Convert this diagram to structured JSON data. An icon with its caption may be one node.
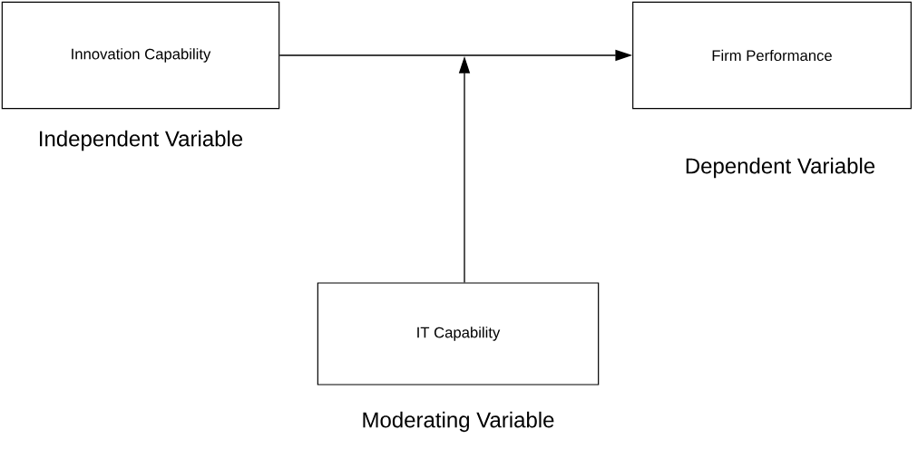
{
  "diagram": {
    "nodes": [
      {
        "text": [
          "Innovation Capability"
        ],
        "beside": [
          "Independent Variable"
        ]
      },
      {
        "text": [
          "Firm Performance"
        ],
        "beside": [
          "Dependent Variable"
        ]
      },
      {
        "text": [
          "IT Capability"
        ],
        "beside": [
          "Moderating Variable"
        ]
      }
    ],
    "edges": [
      {
        "from": 0,
        "to": 1,
        "arrow": "to"
      },
      {
        "from": 2,
        "to": null,
        "arrow": "to"
      }
    ]
  }
}
